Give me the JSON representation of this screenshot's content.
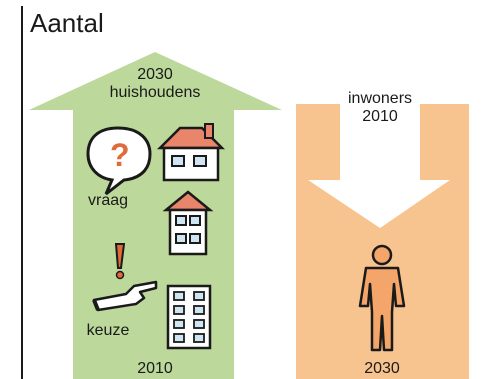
{
  "axis": {
    "title": "Aantal"
  },
  "households": {
    "top_year": "2030",
    "label": "huishoudens",
    "bottom_year": "2010",
    "trend": "increase",
    "color": "#bcd89b"
  },
  "residents": {
    "label": "inwoners",
    "top_year": "2010",
    "bottom_year": "2030",
    "trend": "decrease",
    "color": "#f7c48f"
  },
  "icons": {
    "question": "question-speech-bubble-icon",
    "houses": [
      "small-house-icon",
      "medium-house-icon",
      "apartment-building-icon"
    ],
    "exclamation": "exclamation-mark-icon",
    "pointing": "pointing-hand-icon",
    "person": "person-figure-icon"
  },
  "captions": {
    "demand": "vraag",
    "choice": "keuze"
  }
}
